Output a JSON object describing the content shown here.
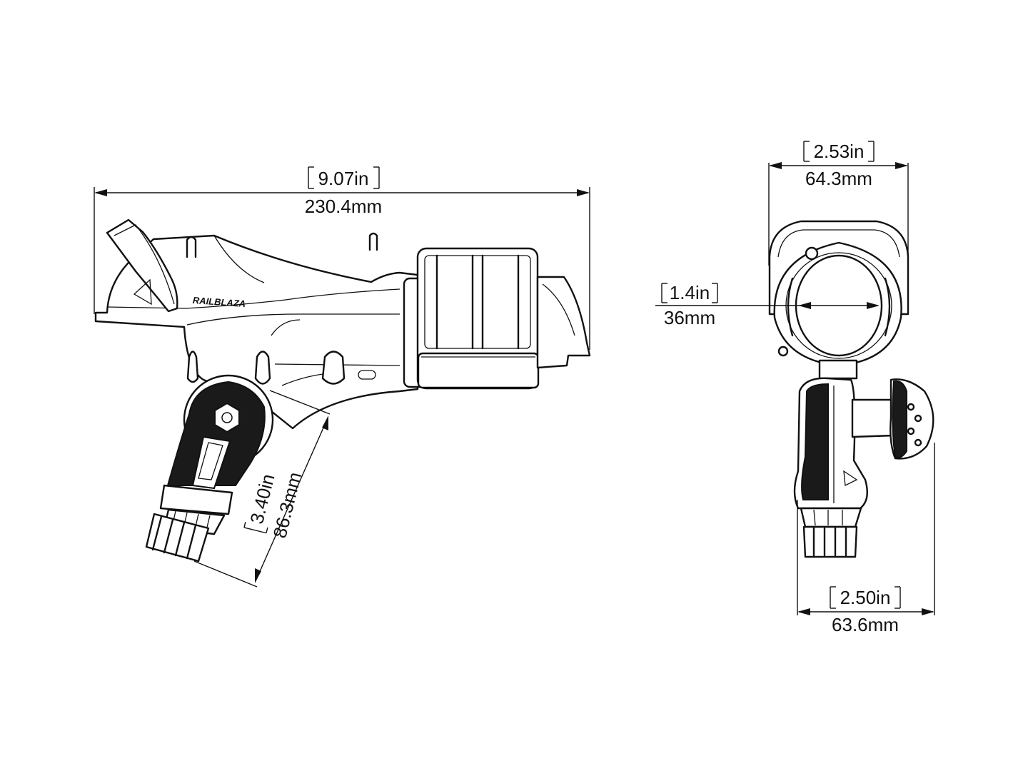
{
  "dimensions": {
    "overall_length": {
      "imperial": "9.07in",
      "metric": "230.4mm"
    },
    "mount_height": {
      "imperial": "3.40in",
      "metric": "86.3mm"
    },
    "front_top_width": {
      "imperial": "2.53in",
      "metric": "64.3mm"
    },
    "inner_diameter": {
      "imperial": "1.4in",
      "metric": "36mm"
    },
    "front_bottom_width": {
      "imperial": "2.50in",
      "metric": "63.6mm"
    }
  },
  "brand_logo": "RAILBLAZA"
}
